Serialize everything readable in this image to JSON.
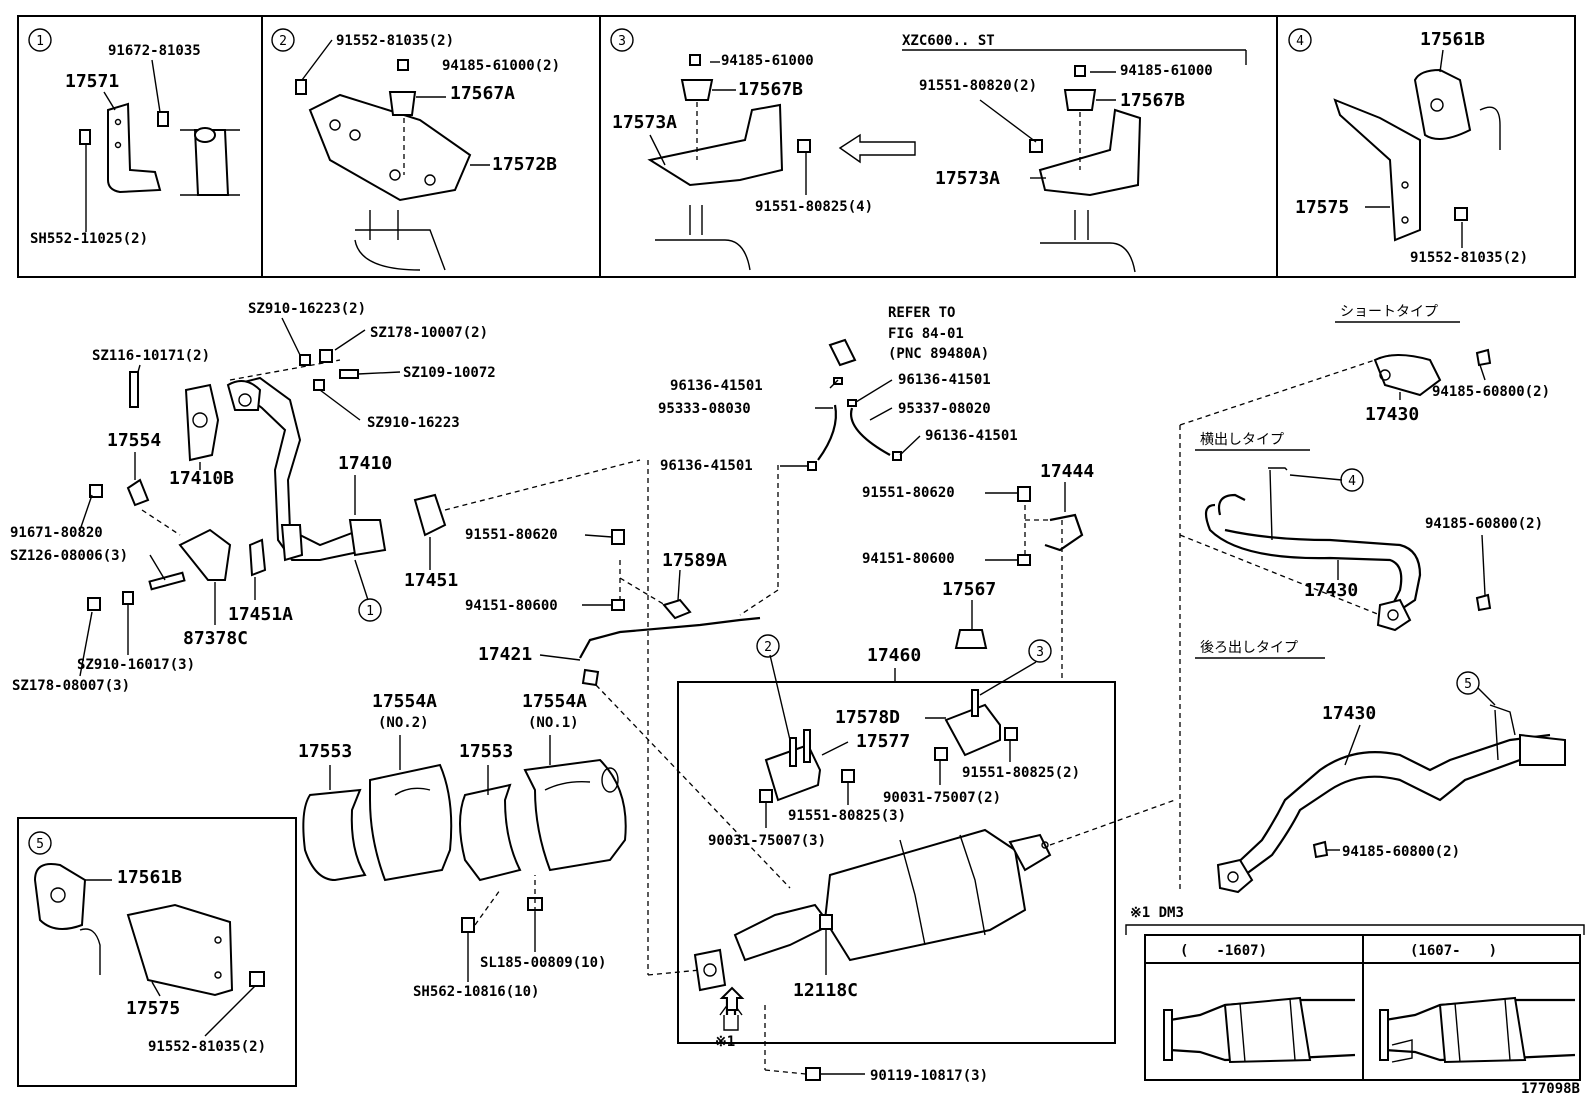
{
  "diagram_id": "177098B",
  "callout_1": {
    "num": "1",
    "labels": [
      "91672-81035",
      "17571",
      "SH552-11025(2)"
    ]
  },
  "callout_2": {
    "num": "2",
    "labels": [
      "91552-81035(2)",
      "94185-61000(2)",
      "17567A",
      "17572B"
    ]
  },
  "callout_3": {
    "num": "3",
    "variant_title": "XZC600.. ST",
    "labels": [
      "94185-61000",
      "17567B",
      "17573A",
      "91551-80825(4)",
      "91551-80820(2)",
      "94185-61000",
      "17567B",
      "17573A"
    ]
  },
  "callout_4": {
    "num": "4",
    "labels": [
      "17561B",
      "17575",
      "91552-81035(2)"
    ]
  },
  "callout_5": {
    "num": "5",
    "labels": [
      "17561B",
      "17575",
      "91552-81035(2)"
    ]
  },
  "left_group": {
    "labels": [
      "SZ910-16223(2)",
      "SZ178-10007(2)",
      "SZ116-10171(2)",
      "SZ109-10072",
      "SZ910-16223",
      "17554",
      "17410B",
      "17410",
      "91671-80820",
      "SZ126-08006(3)",
      "17451A",
      "87378C",
      "SZ910-16017(3)",
      "SZ178-08007(3)",
      "17451"
    ]
  },
  "center_group": {
    "refer": [
      "REFER TO",
      "FIG 84-01",
      "(PNC 89480A)"
    ],
    "labels": [
      "96136-41501",
      "96136-41501",
      "95333-08030",
      "95337-08020",
      "96136-41501",
      "96136-41501",
      "91551-80620",
      "17589A",
      "94151-80600",
      "17421",
      "17444",
      "91551-80620",
      "94151-80600",
      "17567"
    ]
  },
  "converter_group": {
    "labels": [
      "17554A",
      "(NO.2)",
      "17554A",
      "(NO.1)",
      "17553",
      "17553",
      "SL185-00809(10)",
      "SH562-10816(10)"
    ]
  },
  "muffler_group": {
    "labels": [
      "17460",
      "17578D",
      "17577",
      "91551-80825(2)",
      "90031-75007(2)",
      "91551-80825(3)",
      "90031-75007(3)",
      "12118C",
      "※1",
      "90119-10817(3)"
    ]
  },
  "tailpipe_group": {
    "type_short": "ショートタイプ",
    "type_side": "横出しタイプ",
    "type_rear": "後ろ出しタイプ",
    "labels": [
      "94185-60800(2)",
      "17430",
      "94185-60800(2)",
      "17430",
      "17430",
      "94185-60800(2)"
    ]
  },
  "dm3_inset": {
    "title": "※1 DM3",
    "col1": "(　　-1607)",
    "col2": "(1607-　　)"
  }
}
